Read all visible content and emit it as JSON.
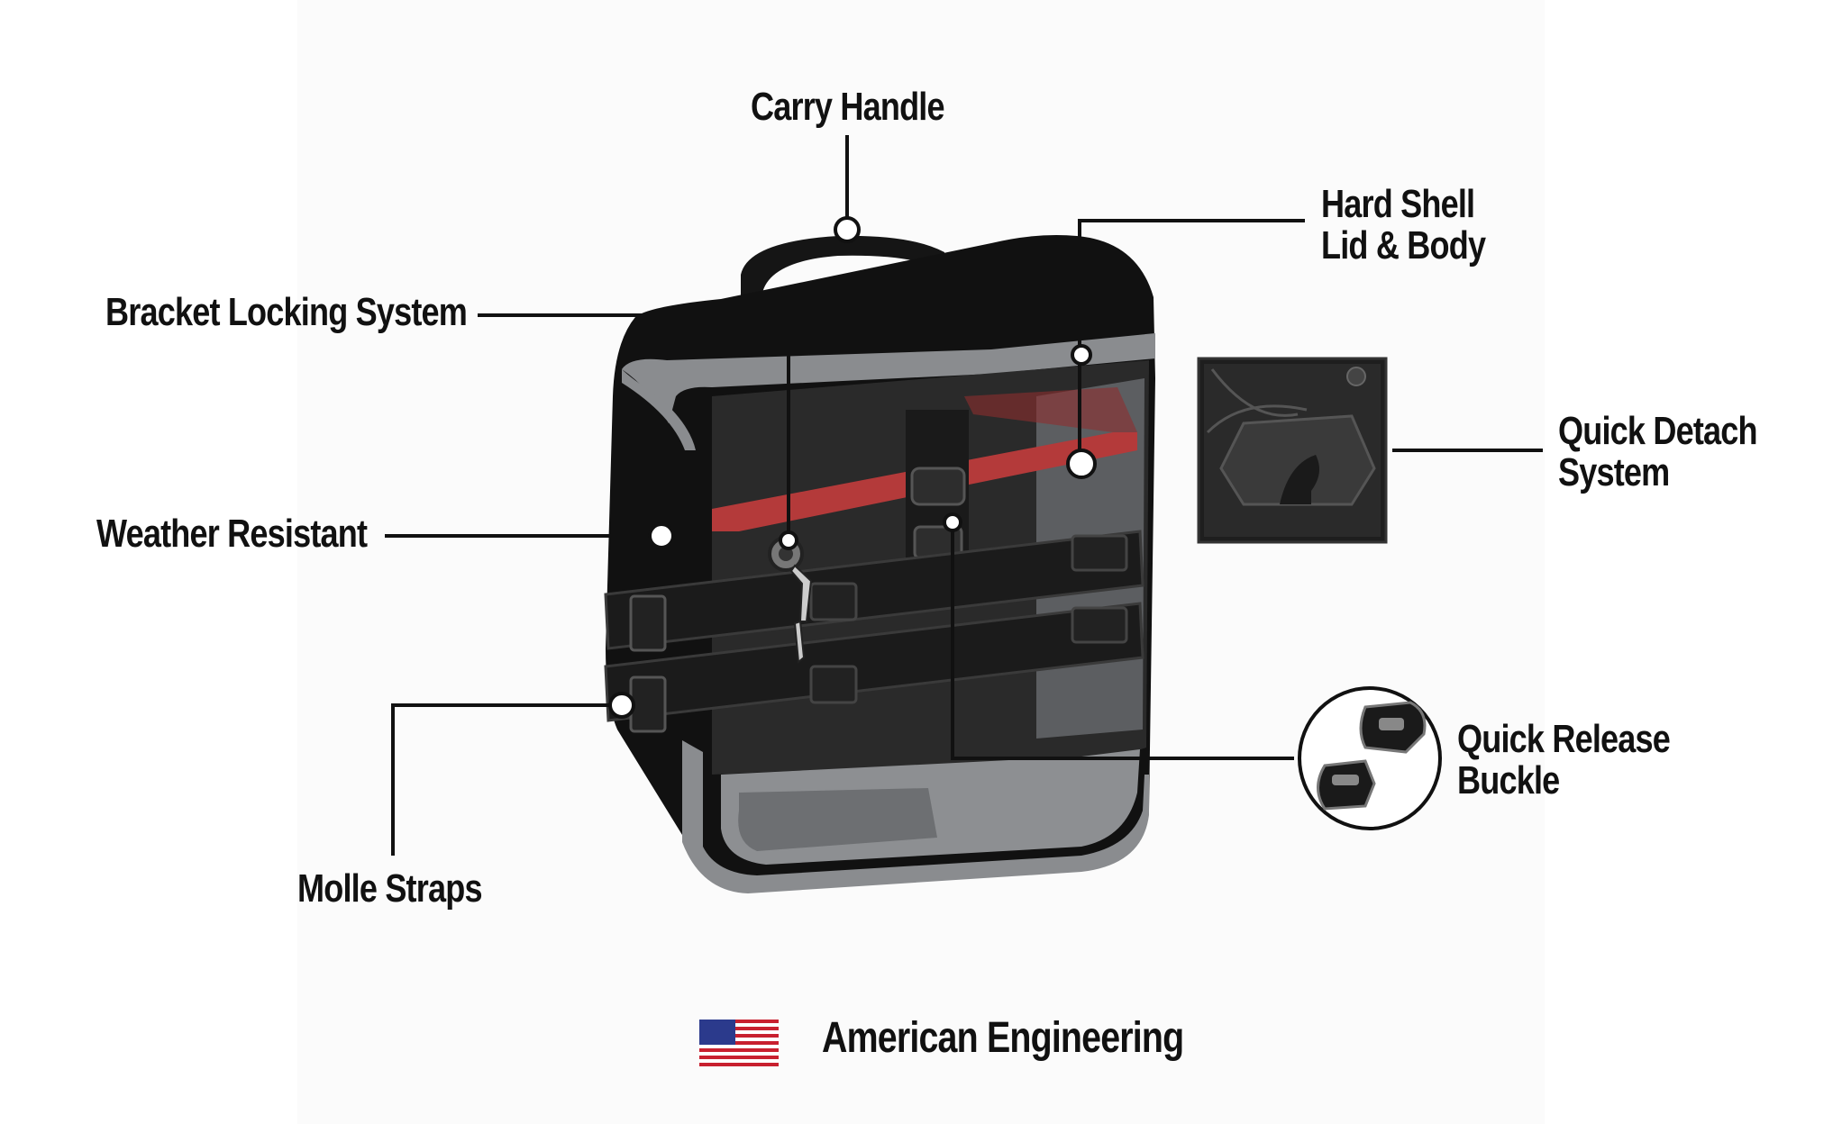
{
  "callouts": {
    "carry_handle": "Carry Handle",
    "hard_shell_line1": "Hard Shell",
    "hard_shell_line2": "Lid & Body",
    "bracket_locking": "Bracket Locking System",
    "quick_detach_line1": "Quick Detach",
    "quick_detach_line2": "System",
    "weather_resistant": "Weather Resistant",
    "quick_release_line1": "Quick Release",
    "quick_release_line2": "Buckle",
    "molle_straps": "Molle Straps"
  },
  "footer": {
    "text": "American Engineering",
    "flag_icon": "us-flag-icon"
  },
  "colors": {
    "bag_body": "#111111",
    "trim_gray": "#8a8c8f",
    "lock_bar_red": "#b43a3a",
    "callout_line": "#111111",
    "text": "#111111"
  }
}
